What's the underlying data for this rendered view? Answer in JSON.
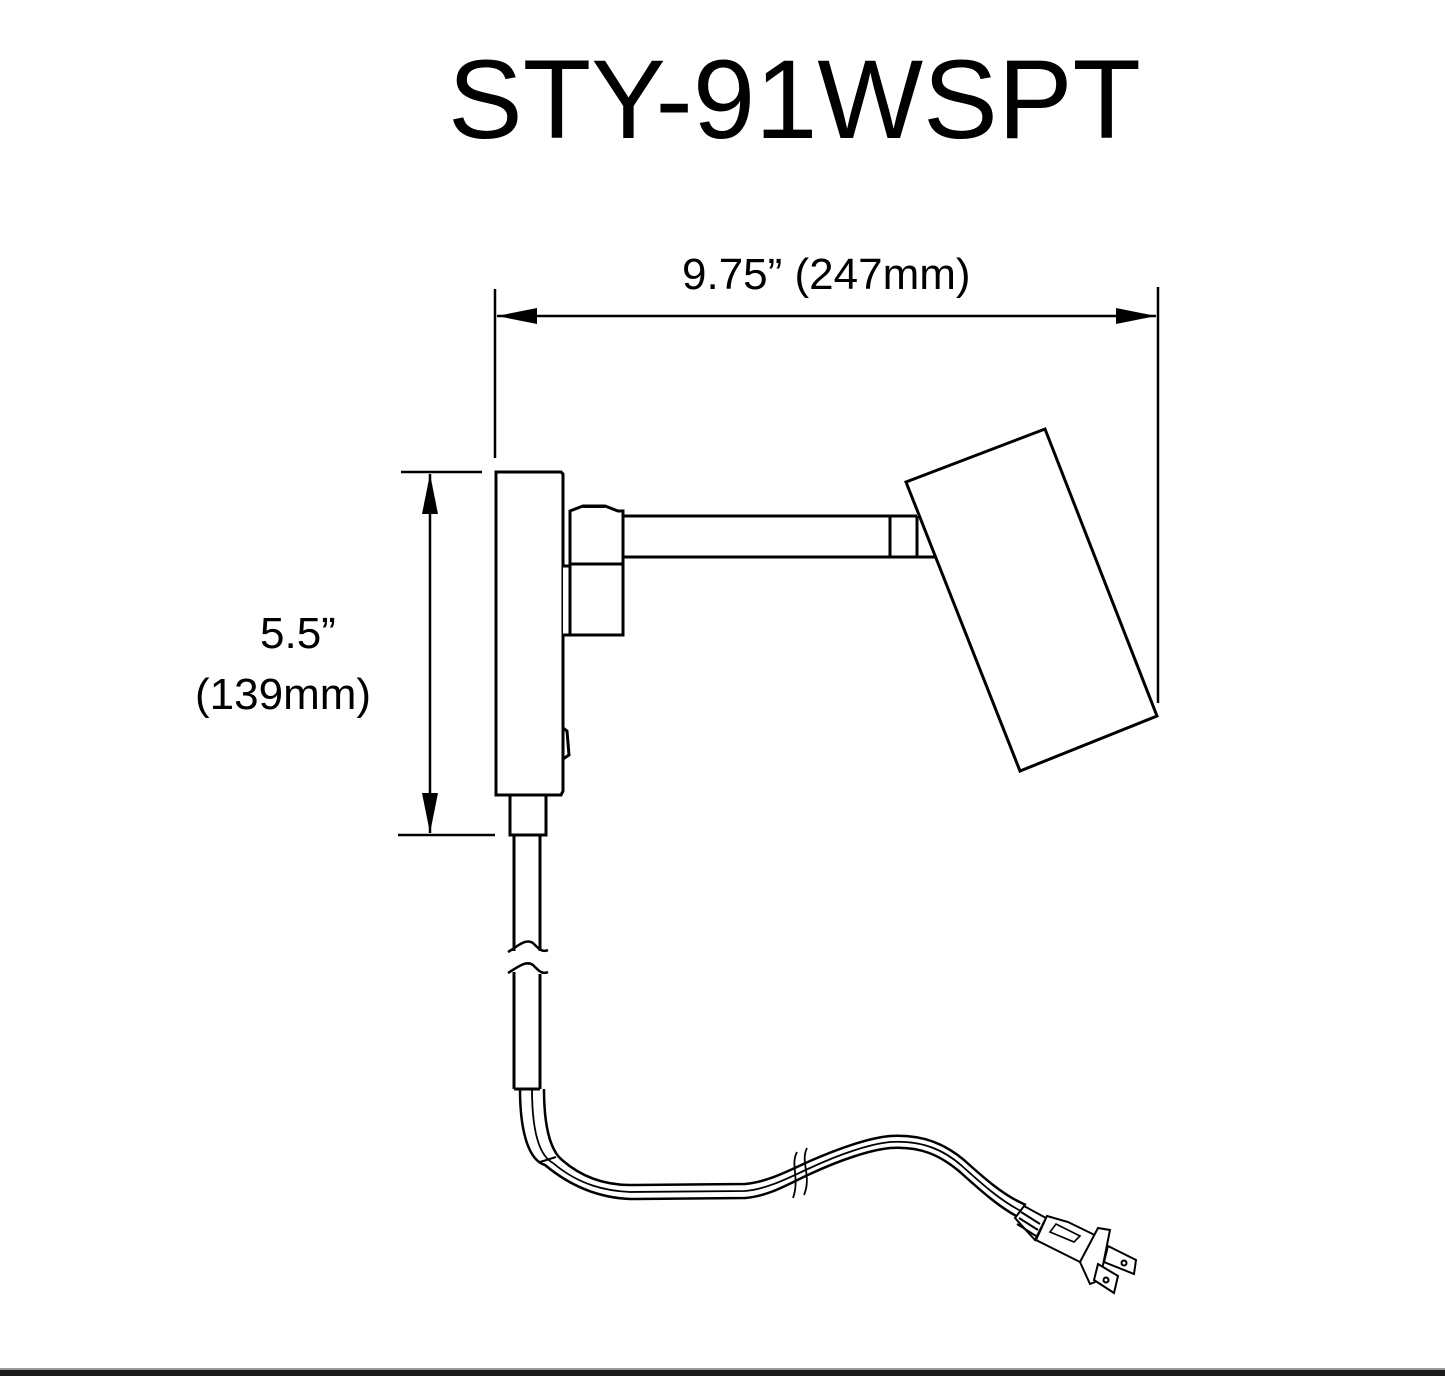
{
  "title": "STY-91WSPT",
  "dimensions": {
    "width": {
      "label": "9.75” (247mm)",
      "inches": 9.75,
      "mm": 247
    },
    "height": {
      "label_line1": "5.5”",
      "label_line2": "(139mm)",
      "inches": 5.5,
      "mm": 139
    }
  },
  "components": {
    "backplate": "wall-backplate",
    "swivel_joint": "swivel-knuckle",
    "arm": "horizontal-arm",
    "shade": "cylindrical-spot-shade",
    "rocker_switch": "rocker-switch",
    "cord": "power-cord",
    "plug": "two-prong-plug"
  },
  "colors": {
    "line": "#000000",
    "background": "#ffffff"
  }
}
